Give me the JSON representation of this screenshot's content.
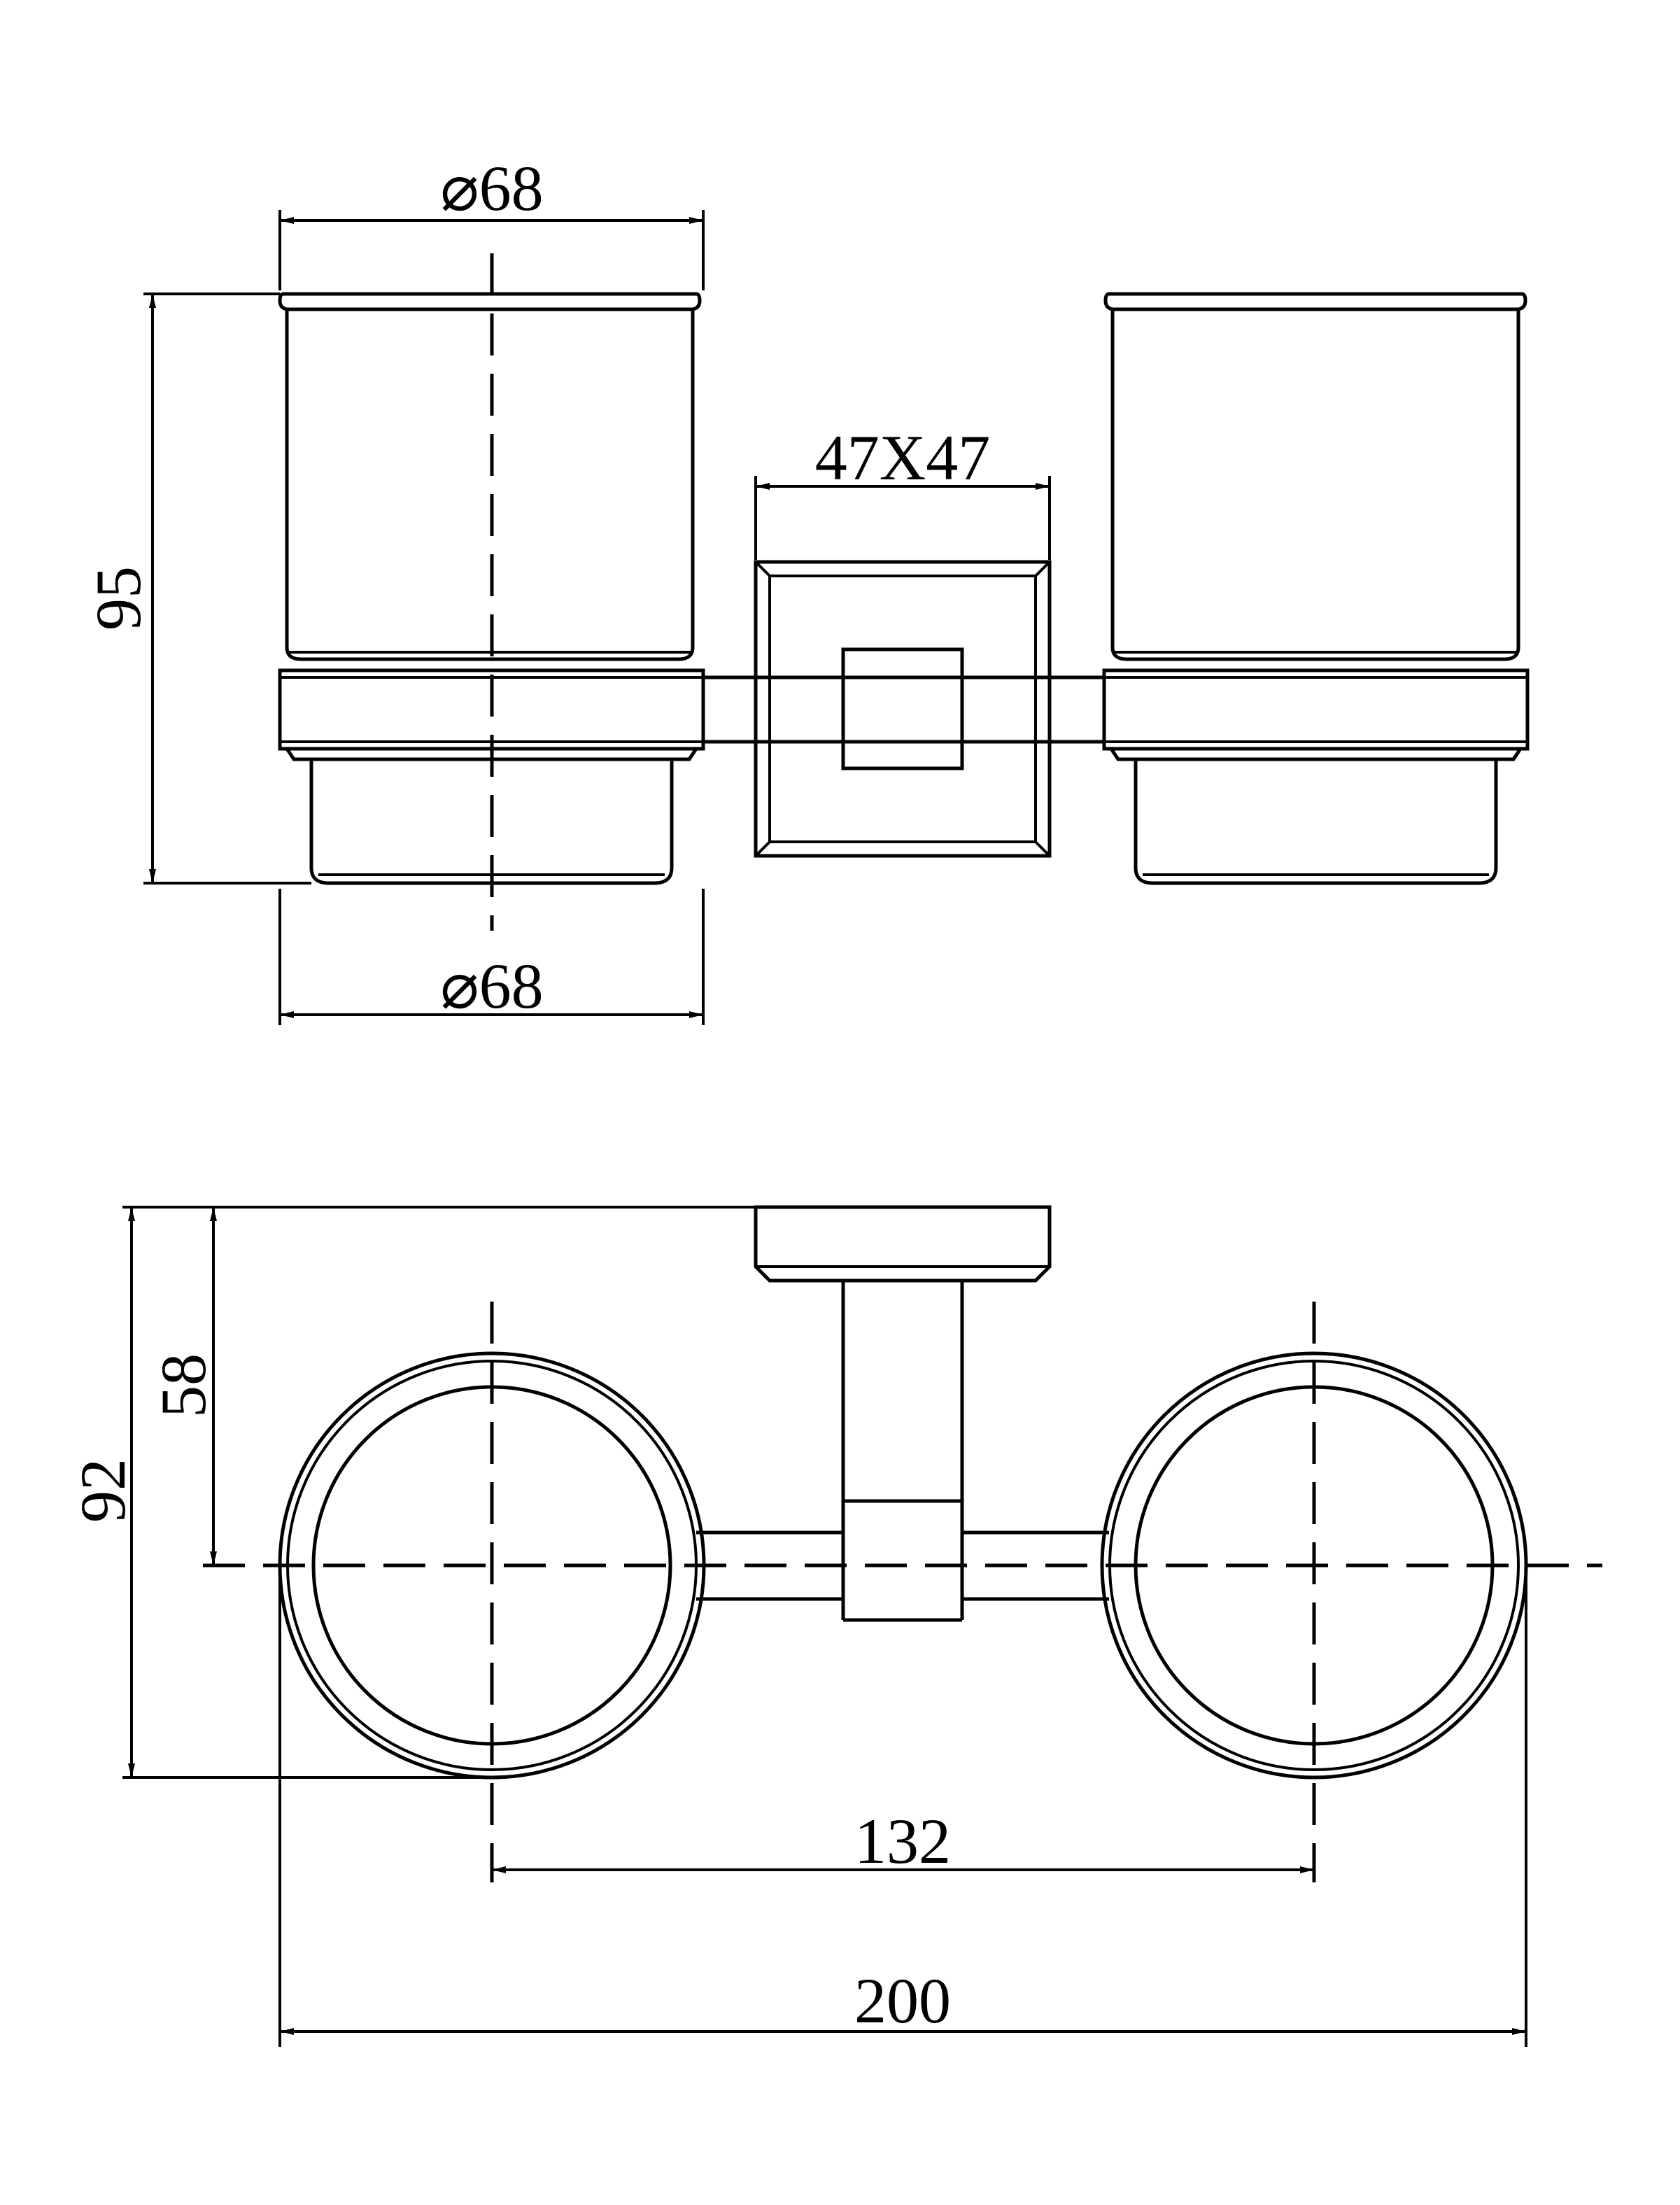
{
  "drawing": {
    "type": "technical-drawing",
    "subject": "double tumbler holder",
    "views": [
      "front",
      "top"
    ]
  },
  "dimensions": {
    "front_top_diameter": "⌀68",
    "front_bottom_diameter": "⌀68",
    "front_height": "95",
    "base_size": "47X47",
    "top_depth_total": "92",
    "top_depth_center": "58",
    "cup_center_spacing": "132",
    "overall_width": "200"
  }
}
